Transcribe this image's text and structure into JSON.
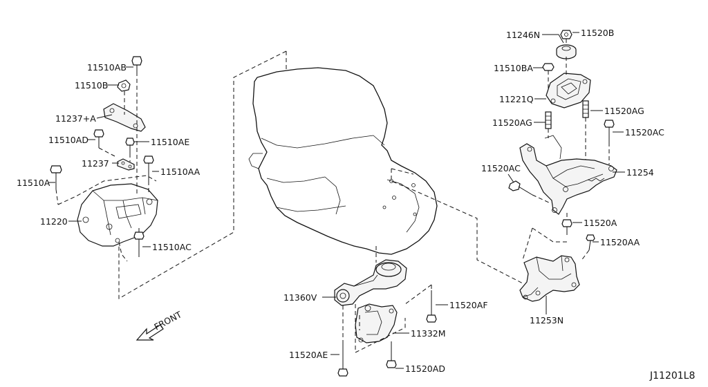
{
  "diagram_id": "J11201L8",
  "front_label": "FRONT",
  "callouts": [
    {
      "key": "c_11510AB",
      "text": "11510AB"
    },
    {
      "key": "c_11510B",
      "text": "11510B"
    },
    {
      "key": "c_11237A",
      "text": "11237+A"
    },
    {
      "key": "c_11510AD",
      "text": "11510AD"
    },
    {
      "key": "c_11510AE",
      "text": "11510AE"
    },
    {
      "key": "c_11237",
      "text": "11237"
    },
    {
      "key": "c_11510AA",
      "text": "11510AA"
    },
    {
      "key": "c_11510A",
      "text": "11510A"
    },
    {
      "key": "c_11220",
      "text": "11220"
    },
    {
      "key": "c_11510AC",
      "text": "11510AC"
    },
    {
      "key": "c_11246N",
      "text": "11246N"
    },
    {
      "key": "c_11520B",
      "text": "11520B"
    },
    {
      "key": "c_11510BA",
      "text": "11510BA"
    },
    {
      "key": "c_11221Q",
      "text": "11221Q"
    },
    {
      "key": "c_11520AG_r",
      "text": "11520AG"
    },
    {
      "key": "c_11520AG_l",
      "text": "11520AG"
    },
    {
      "key": "c_11520AC_r",
      "text": "11520AC"
    },
    {
      "key": "c_11520AC_l",
      "text": "11520AC"
    },
    {
      "key": "c_11254",
      "text": "11254"
    },
    {
      "key": "c_11520A",
      "text": "11520A"
    },
    {
      "key": "c_11520AA",
      "text": "11520AA"
    },
    {
      "key": "c_11253N",
      "text": "11253N"
    },
    {
      "key": "c_11360V",
      "text": "11360V"
    },
    {
      "key": "c_11520AF",
      "text": "11520AF"
    },
    {
      "key": "c_11332M",
      "text": "11332M"
    },
    {
      "key": "c_11520AE",
      "text": "11520AE"
    },
    {
      "key": "c_11520AD",
      "text": "11520AD"
    }
  ]
}
